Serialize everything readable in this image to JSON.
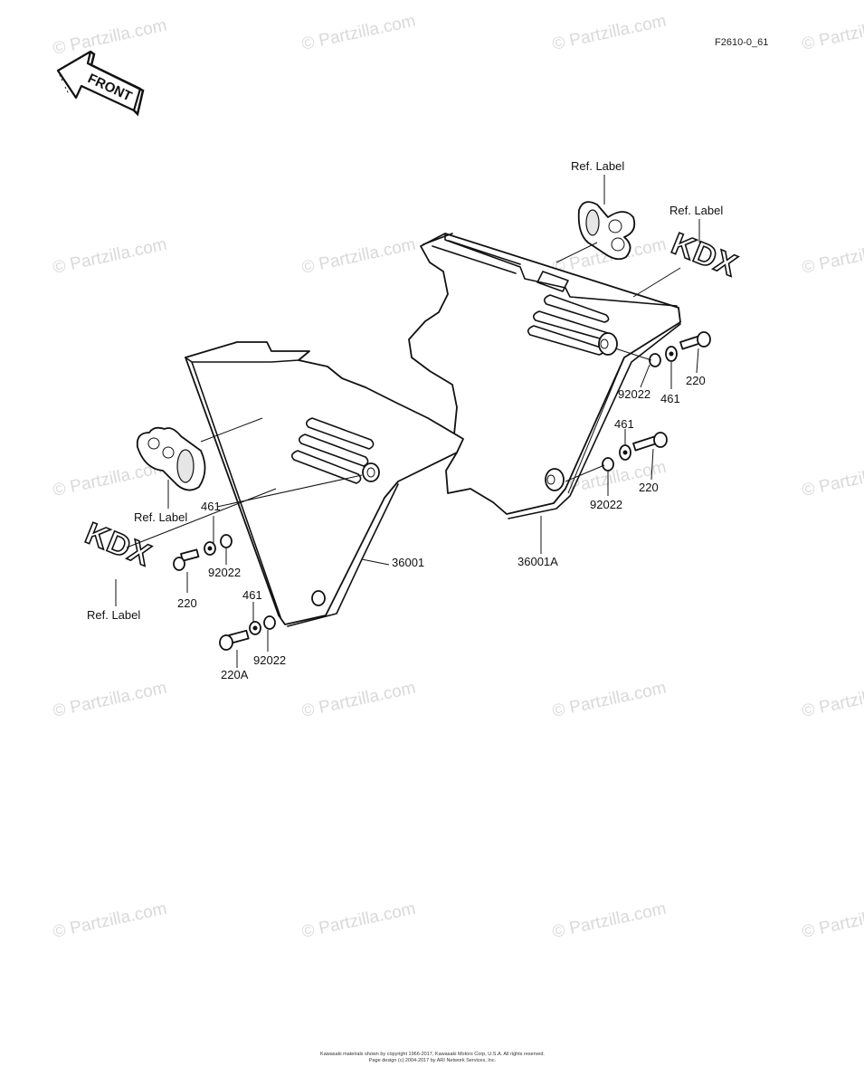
{
  "diagram_id": "F2610-0_61",
  "front_arrow_label": "FRONT",
  "watermark_text": "© Partzilla.com",
  "callouts": {
    "ref_label_top": "Ref. Label",
    "ref_label_right": "Ref. Label",
    "ref_label_left_emblem": "Ref. Label",
    "ref_label_left_kdx": "Ref. Label",
    "part_36001": "36001",
    "part_36001A": "36001A",
    "r_92022_a": "92022",
    "r_461_a": "461",
    "r_220_a": "220",
    "r_461_b": "461",
    "r_220_b": "220",
    "r_92022_b": "92022",
    "l_461_a": "461",
    "l_92022_a": "92022",
    "l_220_a": "220",
    "l_461_b": "461",
    "l_92022_b": "92022",
    "l_220A": "220A"
  },
  "decal_text_right": "KDX",
  "decal_text_left": "KDX",
  "footer": {
    "line1": "Kawasaki materials shown by copyright 1966-2017, Kawasaki Motors Corp, U.S.A. All rights reserved.",
    "line2": "Page design (c) 2004-2017 by ARI Network Services, Inc."
  }
}
